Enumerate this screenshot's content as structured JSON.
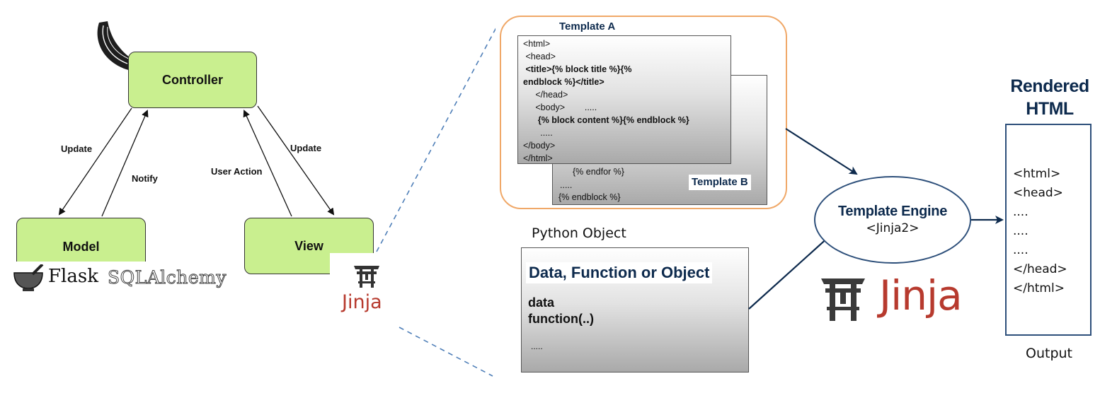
{
  "mvc": {
    "controller": "Controller",
    "model": "Model",
    "view": "View",
    "arrows": {
      "update_left": "Update",
      "notify": "Notify",
      "user_action": "User Action",
      "update_right": "Update"
    }
  },
  "logos": {
    "flask": "Flask",
    "sqlalchemy": "SQLAlchemy",
    "jinja_small": "Jinja",
    "jinja_large": "Jinja"
  },
  "template_a": {
    "title": "Template A",
    "lines": [
      "<html>",
      " <head>",
      " <title>{% block title %}{%",
      "endblock %}</title>",
      "     </head>",
      "     <body>        .....",
      "      {% block content %}{% endblock %}",
      "       .....",
      "</body>",
      "</html>"
    ]
  },
  "template_b": {
    "title": "Template B",
    "lines": [
      "{% endfor %}",
      ".....",
      "{% endblock %}"
    ]
  },
  "python_object": {
    "label": "Python Object",
    "heading": "Data, Function or Object",
    "line1": "data",
    "line2": "function(..)",
    "line3": "....."
  },
  "engine": {
    "title": "Template Engine",
    "subtitle": "<Jinja2>"
  },
  "rendered": {
    "title_line1": "Rendered",
    "title_line2": "HTML",
    "lines": [
      "<html>",
      "<head>",
      "....",
      "....",
      "....",
      "</head>",
      "</html>"
    ],
    "footer": "Output"
  },
  "colors": {
    "green_box": "#c9ef8f",
    "orange_border": "#f0a868",
    "navy": "#0d2a4d",
    "dashed_blue": "#4f7fb8",
    "jinja_red": "#b73a2e"
  }
}
